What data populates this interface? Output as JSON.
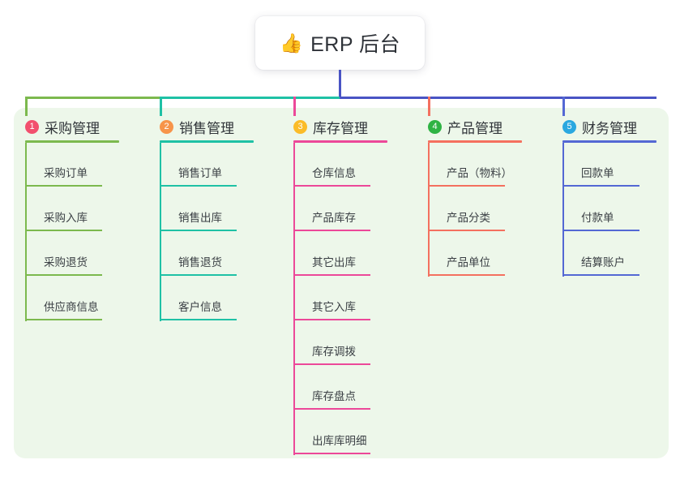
{
  "root": {
    "emoji": "👍",
    "title": "ERP 后台",
    "icon_name": "thumbs-up-emoji"
  },
  "colors": {
    "panel_bg": "#edf7ea",
    "root_stem": "#4954c4",
    "bar_left": "#7cb94e",
    "bar_mid": "#1fc1a5",
    "bar_right": "#4954c4",
    "text": "#303439"
  },
  "connectors": {
    "root_stem_color": "#4954c4",
    "bar_segments": [
      {
        "name": "segment-green",
        "color": "#7cb94e"
      },
      {
        "name": "segment-teal",
        "color": "#1fc1a5"
      },
      {
        "name": "segment-indigo",
        "color": "#4954c4"
      }
    ]
  },
  "columns": [
    {
      "index": "1",
      "title": "采购管理",
      "badge_color": "#f2506e",
      "line_color": "#7cb94e",
      "drop_color": "#7cb94e",
      "items": [
        "采购订单",
        "采购入库",
        "采购退货",
        "供应商信息"
      ]
    },
    {
      "index": "2",
      "title": "销售管理",
      "badge_color": "#f7944a",
      "line_color": "#1fc1a5",
      "drop_color": "#1fc1a5",
      "items": [
        "销售订单",
        "销售出库",
        "销售退货",
        "客户信息"
      ]
    },
    {
      "index": "3",
      "title": "库存管理",
      "badge_color": "#fbbc28",
      "line_color": "#ec4899",
      "drop_color": "#ec4899",
      "items": [
        "仓库信息",
        "产品库存",
        "其它出库",
        "其它入库",
        "库存调拨",
        "库存盘点",
        "出库库明细"
      ]
    },
    {
      "index": "4",
      "title": "产品管理",
      "badge_color": "#2fb344",
      "line_color": "#f4705f",
      "drop_color": "#f4705f",
      "items": [
        "产品（物料）",
        "产品分类",
        "产品单位"
      ]
    },
    {
      "index": "5",
      "title": "财务管理",
      "badge_color": "#2aa8e0",
      "line_color": "#5468d4",
      "drop_color": "#5468d4",
      "items": [
        "回款单",
        "付款单",
        "结算账户"
      ]
    }
  ]
}
